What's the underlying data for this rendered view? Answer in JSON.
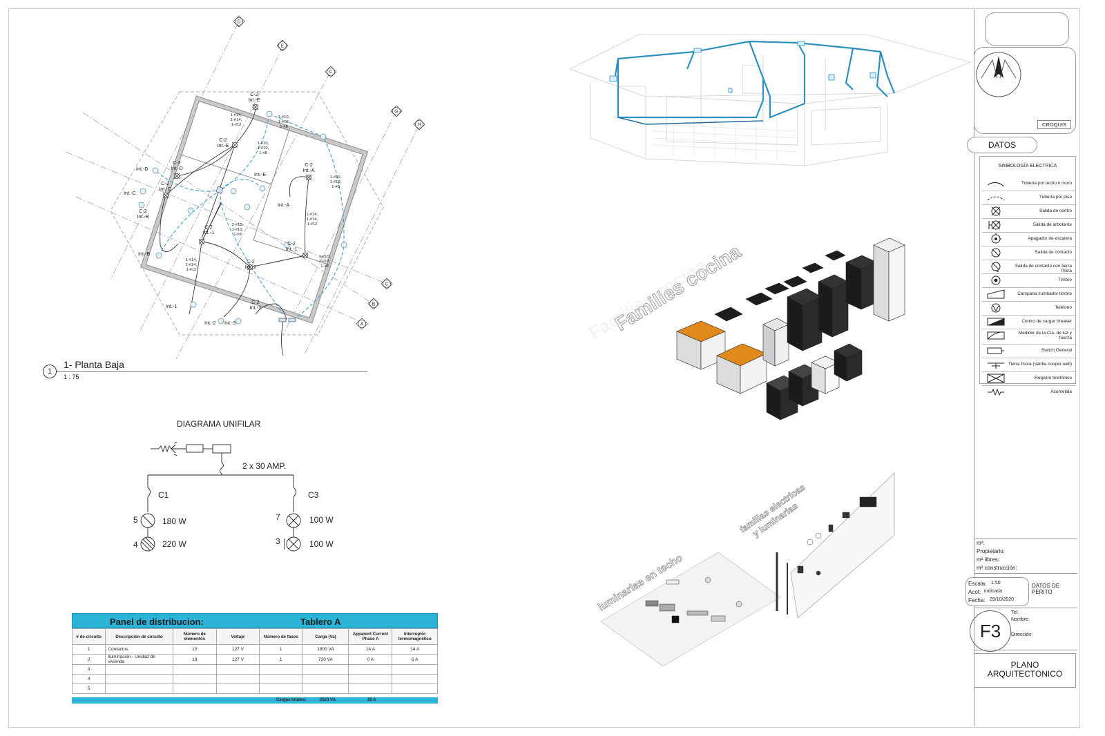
{
  "plan": {
    "view_number": "1",
    "title": "1- Planta Baja",
    "scale": "1 : 75",
    "grid_labels": [
      "D",
      "E",
      "F",
      "G",
      "H",
      "C",
      "B",
      "A"
    ],
    "circuit_labels": [
      {
        "id": "c2e_top",
        "text": "C-2\nInt.-E"
      },
      {
        "id": "c2e_mid",
        "text": "C-2\nInt.-E"
      },
      {
        "id": "c2d",
        "text": "C-2\nInt.-D"
      },
      {
        "id": "c2c",
        "text": "C-2\nInt.-C"
      },
      {
        "id": "c2b",
        "text": "C-2\nInt.-B"
      },
      {
        "id": "c2a",
        "text": "C-2\nInt.-A"
      },
      {
        "id": "c21",
        "text": "C-2\nInt.-1"
      },
      {
        "id": "c22",
        "text": "C-2\nInt.-2"
      },
      {
        "id": "c23",
        "text": "C-2\nInt.-3"
      },
      {
        "id": "c2_1r",
        "text": "C-2\nInt.-1"
      }
    ],
    "switch_labels": [
      "Int.-D",
      "Int.-C",
      "Int.-B",
      "Int.-E",
      "Int.-A",
      "Int.-1",
      "Int.-2",
      "Int.-3"
    ],
    "wire_labels": [
      "1-#14,\n1-#14,\n1-#12",
      "1-#10,\n1-#10,\n1-#8",
      "1-#10,\n1-#10,\n1-#8",
      "1-#10,\n1-#10,\n1-#8",
      "1-#14,\n1-#14,\n1-#12",
      "2-#10,\n1-#10,\n1-#8",
      "1-#14,\n1-#14,\n1-#12",
      "1-#10,\n1-#10,\n1-#8"
    ]
  },
  "unifilar": {
    "title": "DIAGRAMA UNIFILAR",
    "breaker": "2 x 30 AMP.",
    "circuits": [
      {
        "name": "C1",
        "loads": [
          {
            "count": "5",
            "watts": "180 W"
          },
          {
            "count": "4",
            "watts": "220 W"
          }
        ]
      },
      {
        "name": "C3",
        "loads": [
          {
            "count": "7",
            "watts": "100 W"
          },
          {
            "count": "3",
            "watts": "100 W"
          }
        ]
      }
    ]
  },
  "panel": {
    "title": "Panel de distribucion:",
    "board": "Tablero A",
    "headers": [
      "# de circuito",
      "Descripción de circuito",
      "Número de elementos",
      "Voltaje",
      "Número de fases",
      "Carga (Va)",
      "Apparent Current Phase A",
      "Interruptor termomagnético"
    ],
    "rows": [
      [
        "1",
        "Contactos",
        "10",
        "127 V",
        "1",
        "1800 VA",
        "14 A",
        "14 A"
      ],
      [
        "2",
        "Iluminación - Unidad de vivienda",
        "18",
        "127 V",
        "1",
        "720 VA",
        "0 A",
        "6 A"
      ],
      [
        "3",
        "",
        "",
        "",
        "",
        "",
        "",
        ""
      ],
      [
        "4",
        "",
        "",
        "",
        "",
        "",
        "",
        ""
      ],
      [
        "5",
        "",
        "",
        "",
        "",
        "",
        "",
        ""
      ]
    ],
    "footer": {
      "label": "Cargas totales:",
      "load": "2520 VA",
      "current": "20 A"
    }
  },
  "views3d": {
    "kitchen": "Families cocina",
    "electric": "familias electricas\ny luminarias",
    "ceiling": "luminarias en techo"
  },
  "titleblock": {
    "croquis": "CROQUIS",
    "datos": "DATOS",
    "symbology_title": "SIMBOLOGÍA ELECTRICA",
    "symbols": [
      {
        "icon": "ceiling-pipe-icon",
        "label": "Tubería por techo o muro"
      },
      {
        "icon": "floor-pipe-icon",
        "label": "Tubería por piso"
      },
      {
        "icon": "center-outlet-icon",
        "label": "Salida de centro"
      },
      {
        "icon": "wall-outlet-icon",
        "label": "Salida de arbotante"
      },
      {
        "icon": "stair-switch-icon",
        "label": "Apagador de escalera"
      },
      {
        "icon": "contact-outlet-icon",
        "label": "Salida de contacto"
      },
      {
        "icon": "ground-contact-icon",
        "label": "Salida de contacto con tierra física"
      },
      {
        "icon": "bell-icon",
        "label": "Timbre"
      },
      {
        "icon": "buzzer-hood-icon",
        "label": "Campana zumbador timbre"
      },
      {
        "icon": "phone-icon",
        "label": "Teléfono"
      },
      {
        "icon": "breaker-center-icon",
        "label": "Centro de cargar breaker"
      },
      {
        "icon": "meter-icon",
        "label": "Medidor de la Cía. de luz y fuerza"
      },
      {
        "icon": "general-switch-icon",
        "label": "Switch General"
      },
      {
        "icon": "ground-rod-icon",
        "label": "Tierra física (Varilla cooper well)"
      },
      {
        "icon": "phone-register-icon",
        "label": "Registro telefónico"
      },
      {
        "icon": "service-entrance-icon",
        "label": "Acometida"
      }
    ],
    "fields": {
      "m2": "m²:",
      "owner": "Propietario:",
      "m2_free": "m² libres:",
      "m2_built": "m² construcción:"
    },
    "scale_label": "Escala:",
    "scale_value": "1:50",
    "acot_label": "Acot:",
    "acot_value": "indicada",
    "date_label": "Fecha:",
    "date_value": "29/10/2020",
    "perito": "DATOS DE\nPERITO",
    "sheet": "F3",
    "tel": "Tel:",
    "nombre": "Nombre:",
    "direccion": "Dirección:",
    "plan_title": "PLANO\nARQUITECTONICO"
  }
}
